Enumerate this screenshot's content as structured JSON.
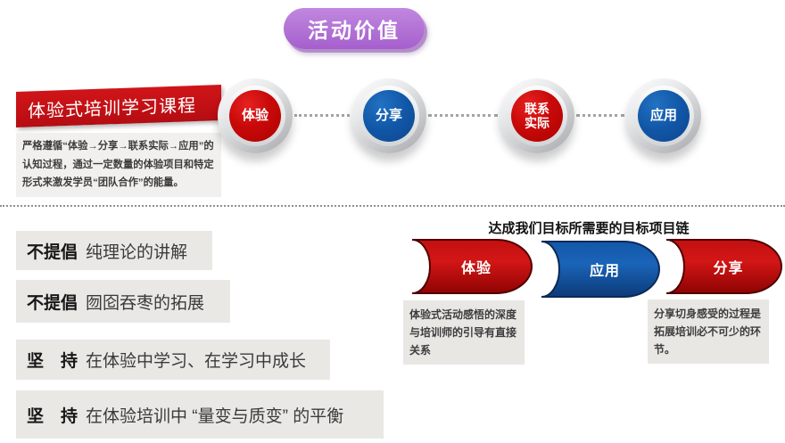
{
  "badge": {
    "label": "活动价值"
  },
  "course": {
    "banner": "体验式培训学习课程",
    "description": "严格遵循“体验→分享→联系实际→应用”的认知过程，通过一定数量的体验项目和特定形式来激发学员“团队合作”的能量。"
  },
  "process": {
    "steps": [
      {
        "label": "体验",
        "color": "#c90909"
      },
      {
        "label": "分享",
        "color": "#1157a7"
      },
      {
        "label": "联系\n实际",
        "color": "#c90909"
      },
      {
        "label": "应用",
        "color": "#1157a7"
      }
    ]
  },
  "principles": {
    "items": [
      {
        "lead": "不提倡",
        "text": "纯理论的讲解"
      },
      {
        "lead": "不提倡",
        "text": "囫囵吞枣的拓展"
      },
      {
        "lead": "坚　持",
        "text": "在体验中学习、在学习中成长"
      },
      {
        "lead": "坚　持",
        "text": "在体验培训中 “量变与质变” 的平衡"
      }
    ]
  },
  "chain": {
    "title": "达成我们目标所需要的目标项目链",
    "links": [
      {
        "label": "体验",
        "color": "#c21010",
        "note": "体验式活动感悟的深度与培训师的引导有直接关系"
      },
      {
        "label": "应用",
        "color": "#1357a8",
        "note": ""
      },
      {
        "label": "分享",
        "color": "#c21010",
        "note": "分享切身感受的过程是拓展培训必不可少的环节。"
      }
    ]
  },
  "colors": {
    "red": "#c11015",
    "blue": "#1157a7",
    "purple": "#b172d4",
    "gray_box": "#e9e8e5",
    "divider": "#8f8f8f"
  }
}
